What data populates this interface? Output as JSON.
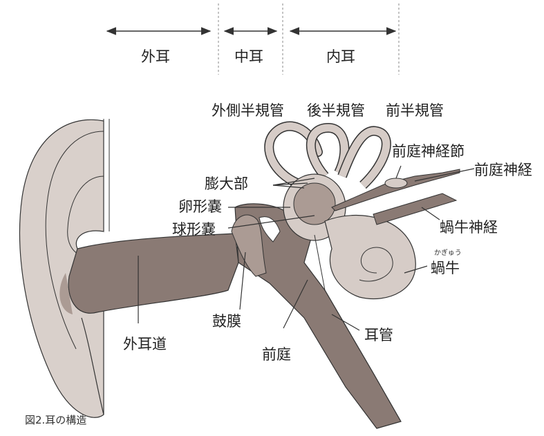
{
  "sections": {
    "outer": "外耳",
    "middle": "中耳",
    "inner": "内耳"
  },
  "labels": {
    "lateral_canal": "外側半規管",
    "posterior_canal": "後半規管",
    "anterior_canal": "前半規管",
    "vestibular_ganglion": "前庭神経節",
    "vestibular_nerve": "前庭神経",
    "ampulla": "膨大部",
    "utricle": "卵形嚢",
    "saccule": "球形嚢",
    "cochlear_nerve": "蝸牛神経",
    "cochlea_ruby": "かぎゅう",
    "cochlea": "蝸牛",
    "eardrum": "鼓膜",
    "ear_canal": "外耳道",
    "vestibule": "前庭",
    "eustachian_tube": "耳管"
  },
  "caption": "図2.耳の構造",
  "colors": {
    "dark_tissue": "#8a7a74",
    "mid_tissue": "#ab9b94",
    "light_tissue": "#d6ccc7",
    "ear_fill": "#d9d0cb",
    "line": "#333333"
  }
}
